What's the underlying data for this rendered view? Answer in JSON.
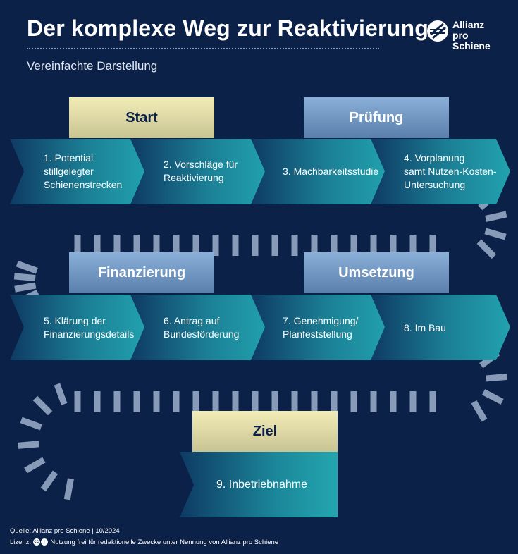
{
  "header": {
    "title": "Der komplexe Weg zur Reaktivierung",
    "subtitle": "Vereinfachte Darstellung"
  },
  "logo": {
    "line1": "Allianz",
    "line2": "pro Schiene"
  },
  "phases": {
    "start": "Start",
    "pruefung": "Prüfung",
    "finanzierung": "Finanzierung",
    "umsetzung": "Umsetzung",
    "ziel": "Ziel"
  },
  "steps": [
    {
      "lines": [
        "1. Potential",
        "stillgelegter",
        "Schienenstrecken"
      ]
    },
    {
      "lines": [
        "2. Vorschläge für",
        "Reaktivierung"
      ]
    },
    {
      "lines": [
        "3. Machbarkeitsstudie"
      ]
    },
    {
      "lines": [
        "4. Vorplanung",
        "samt Nutzen-Kosten-",
        "Untersuchung"
      ]
    },
    {
      "lines": [
        "5. Klärung der",
        "Finanzierungsdetails"
      ]
    },
    {
      "lines": [
        "6. Antrag auf",
        "Bundesförderung"
      ]
    },
    {
      "lines": [
        "7. Genehmigung/",
        "Planfeststellung"
      ]
    },
    {
      "lines": [
        "8. Im Bau"
      ]
    },
    {
      "lines": [
        "9. Inbetriebnahme"
      ]
    }
  ],
  "footer": {
    "source": "Quelle: Allianz pro Schiene | 10/2024",
    "license_label": "Lizenz:",
    "license_text": "Nutzung frei für redaktionelle Zwecke unter Nennung von Allianz pro Schiene"
  },
  "colors": {
    "background": "#0b2148",
    "teal": "#1e9aa8",
    "phase_yellow": "#f2ecb6",
    "phase_blue": "#8ab0d8",
    "sleeper": "#8fa3c0"
  }
}
